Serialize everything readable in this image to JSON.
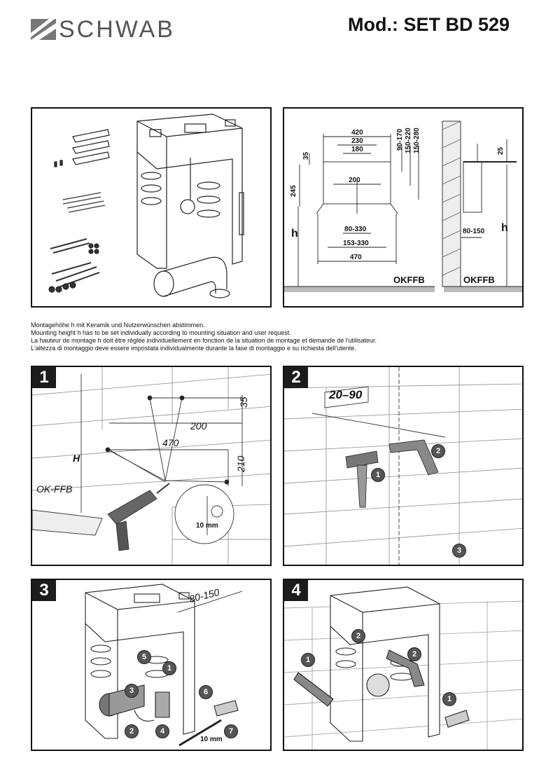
{
  "header": {
    "brand": "SCHWAB",
    "model": "Mod.: SET BD 529"
  },
  "dimensions_panel": {
    "top_widths": [
      "420",
      "230",
      "180"
    ],
    "left_height": "35",
    "right_stack": [
      "90-170",
      "150-220",
      "150-280"
    ],
    "mid_width": "200",
    "height_245": "245",
    "h_label": "h",
    "bottom_widths": [
      "80-330",
      "153-330",
      "470"
    ],
    "floor_label": "OKFFB",
    "side_top": "25",
    "side_depth": "80-150",
    "side_h": "h",
    "side_floor": "OKFFB"
  },
  "notes": [
    "Montagehöhe h mit Keramik und Nutzerwünschen abstimmen.",
    "Mounting height h has to be set individually according to mounting situation and user request.",
    "La hauteur de montage h doit être réglée individuellement en fonction de la situation de montage et demande de l'utilisateur.",
    "L'altezza di montaggio deve essere impostata individualmente durante la fase di montaggio e su  richiesta dell'utente."
  ],
  "step1": {
    "num": "1",
    "d35": "35",
    "d200": "200",
    "d470": "470",
    "d210": "210",
    "h": "H",
    "floor": "OK-FFB",
    "drill": "10 mm"
  },
  "step2": {
    "num": "2",
    "range": "20–90",
    "badges": [
      "1",
      "2",
      "3"
    ]
  },
  "step3": {
    "num": "3",
    "depth": "80-150",
    "drill": "10 mm",
    "badges": [
      "1",
      "2",
      "3",
      "4",
      "5",
      "6",
      "7"
    ]
  },
  "step4": {
    "num": "4",
    "badges": [
      "1",
      "2",
      "2",
      "1"
    ]
  }
}
